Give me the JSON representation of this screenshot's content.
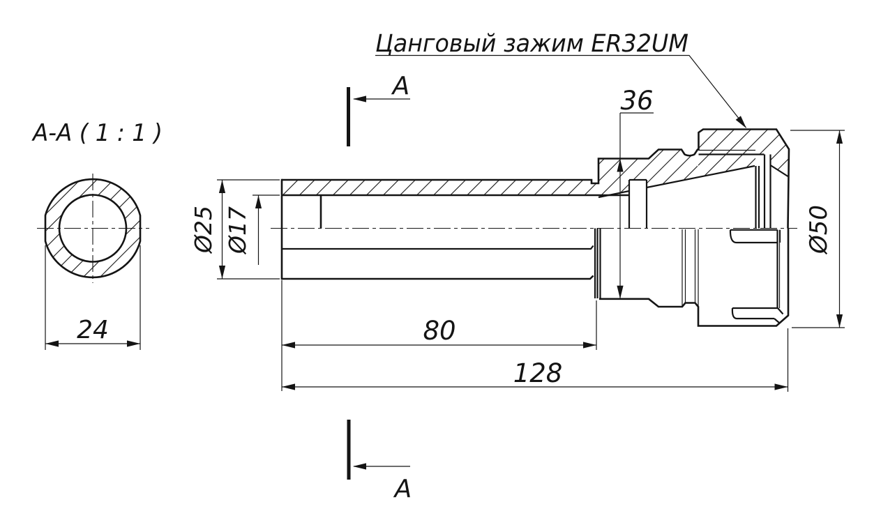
{
  "labels": {
    "leader": "Цанговый зажим ER32UM"
  },
  "section_view": {
    "title": "A-A ( 1 : 1 )",
    "dim_across_flats": "24"
  },
  "dimensions": {
    "shank_diameter": "Ø25",
    "bore_diameter": "Ø17",
    "flange_diameter": "36",
    "shank_length": "80",
    "total_length": "128",
    "nut_diameter": "Ø50"
  },
  "section_marks": {
    "top": "A",
    "bottom": "A"
  },
  "colors": {
    "ink": "#141414",
    "background": "#ffffff"
  }
}
